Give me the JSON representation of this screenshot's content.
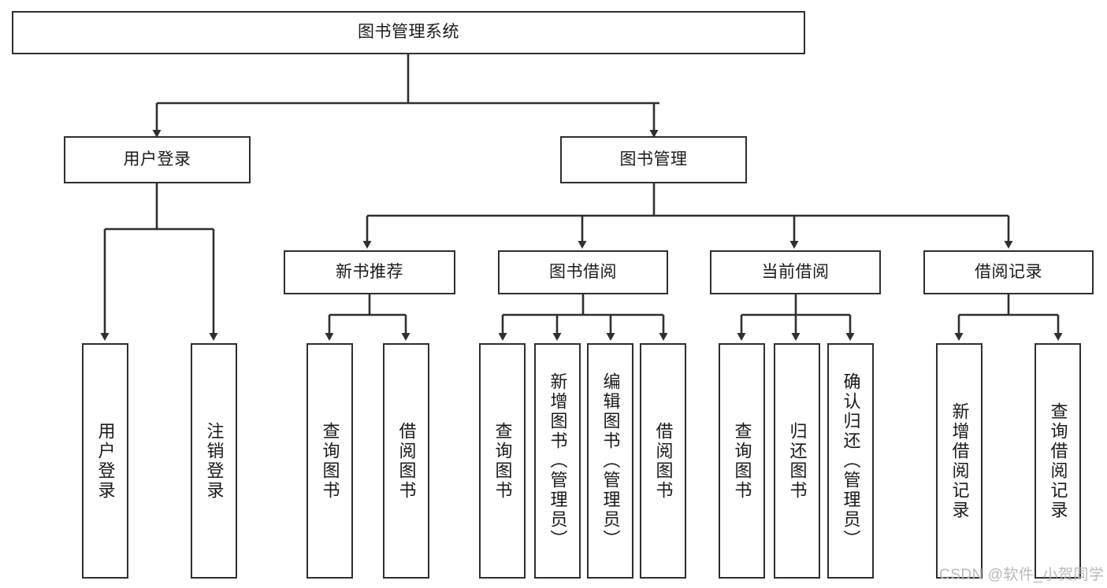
{
  "diagram": {
    "title": "图书管理系统",
    "type": "functional-structure-tree",
    "watermark": "CSDN @软件_小贺同学",
    "colors": {
      "box_border": "#2f2f2f",
      "box_fill": "#ffffff",
      "connector": "#2f2f2f",
      "text": "#1a1a1a",
      "watermark": "#b9b9b9",
      "background": "#ffffff"
    },
    "levels": {
      "root": "图书管理系统",
      "level2": [
        "用户登录",
        "图书管理"
      ],
      "level3": [
        "新书推荐",
        "图书借阅",
        "当前借阅",
        "借阅记录"
      ]
    },
    "nodes": {
      "root": {
        "label": "图书管理系统"
      },
      "user_login": {
        "label": "用户登录"
      },
      "book_manage": {
        "label": "图书管理"
      },
      "new_book_rec": {
        "label": "新书推荐"
      },
      "book_borrow": {
        "label": "图书借阅"
      },
      "current_borrow": {
        "label": "当前借阅"
      },
      "borrow_record": {
        "label": "借阅记录"
      },
      "leaf_user_login": {
        "label": "用户登录"
      },
      "leaf_logout": {
        "label": "注销登录"
      },
      "leaf_query_book_1": {
        "label": "查询图书"
      },
      "leaf_borrow_book_1": {
        "label": "借阅图书"
      },
      "leaf_query_book_2": {
        "label": "查询图书"
      },
      "leaf_add_book": {
        "label": "新增图书（管理员）"
      },
      "leaf_edit_book": {
        "label": "编辑图书（管理员）"
      },
      "leaf_borrow_book_2": {
        "label": "借阅图书"
      },
      "leaf_query_book_3": {
        "label": "查询图书"
      },
      "leaf_return_book": {
        "label": "归还图书"
      },
      "leaf_confirm_return": {
        "label": "确认归还（管理员）"
      },
      "leaf_add_record": {
        "label": "新增借阅记录"
      },
      "leaf_query_record": {
        "label": "查询借阅记录"
      }
    },
    "edges": [
      {
        "from": "root",
        "to": "user_login"
      },
      {
        "from": "root",
        "to": "book_manage"
      },
      {
        "from": "user_login",
        "to": "leaf_user_login"
      },
      {
        "from": "user_login",
        "to": "leaf_logout"
      },
      {
        "from": "book_manage",
        "to": "new_book_rec"
      },
      {
        "from": "book_manage",
        "to": "book_borrow"
      },
      {
        "from": "book_manage",
        "to": "current_borrow"
      },
      {
        "from": "book_manage",
        "to": "borrow_record"
      },
      {
        "from": "new_book_rec",
        "to": "leaf_query_book_1"
      },
      {
        "from": "new_book_rec",
        "to": "leaf_borrow_book_1"
      },
      {
        "from": "book_borrow",
        "to": "leaf_query_book_2"
      },
      {
        "from": "book_borrow",
        "to": "leaf_add_book"
      },
      {
        "from": "book_borrow",
        "to": "leaf_edit_book"
      },
      {
        "from": "book_borrow",
        "to": "leaf_borrow_book_2"
      },
      {
        "from": "current_borrow",
        "to": "leaf_query_book_3"
      },
      {
        "from": "current_borrow",
        "to": "leaf_return_book"
      },
      {
        "from": "current_borrow",
        "to": "leaf_confirm_return"
      },
      {
        "from": "borrow_record",
        "to": "leaf_add_record"
      },
      {
        "from": "borrow_record",
        "to": "leaf_query_record"
      }
    ]
  }
}
